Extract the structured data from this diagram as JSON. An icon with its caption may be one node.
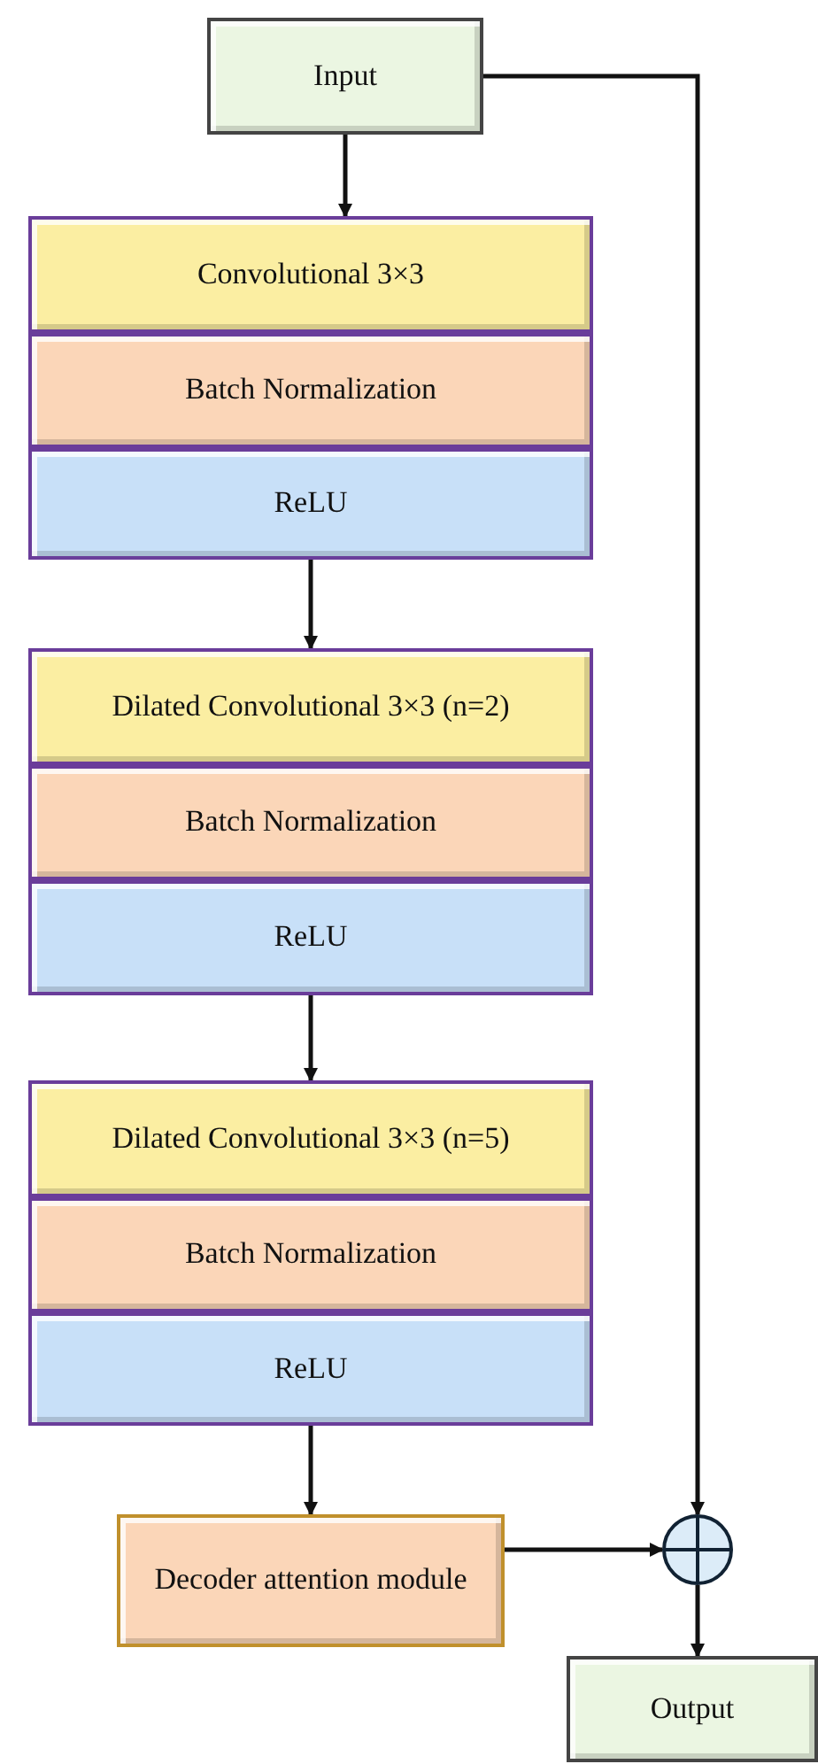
{
  "diagram": {
    "nodes": [
      {
        "text": [
          "Input"
        ]
      },
      {
        "text": [
          "Convolutional 3×3"
        ]
      },
      {
        "text": [
          "Batch Normalization"
        ]
      },
      {
        "text": [
          "ReLU"
        ]
      },
      {
        "text": [
          "Dilated Convolutional 3×3 (n=2)"
        ]
      },
      {
        "text": [
          "Batch Normalization"
        ]
      },
      {
        "text": [
          "ReLU"
        ]
      },
      {
        "text": [
          "Dilated Convolutional 3×3 (n=5)"
        ]
      },
      {
        "text": [
          "Batch Normalization"
        ]
      },
      {
        "text": [
          "ReLU"
        ]
      },
      {
        "text": [
          "Decoder attention module"
        ]
      },
      {
        "text": [],
        "shape": "circle"
      },
      {
        "text": [
          "Output"
        ]
      }
    ],
    "edges": [
      {
        "from": 0,
        "to": 1,
        "arrow": "to"
      },
      {
        "from": 3,
        "to": 4,
        "arrow": "to"
      },
      {
        "from": 6,
        "to": 7,
        "arrow": "to"
      },
      {
        "from": 9,
        "to": 10,
        "arrow": "to"
      },
      {
        "from": 10,
        "to": 11,
        "arrow": "to"
      },
      {
        "from": 0,
        "to": 11,
        "arrow": "to"
      },
      {
        "from": 11,
        "to": 12,
        "arrow": "to"
      }
    ]
  }
}
